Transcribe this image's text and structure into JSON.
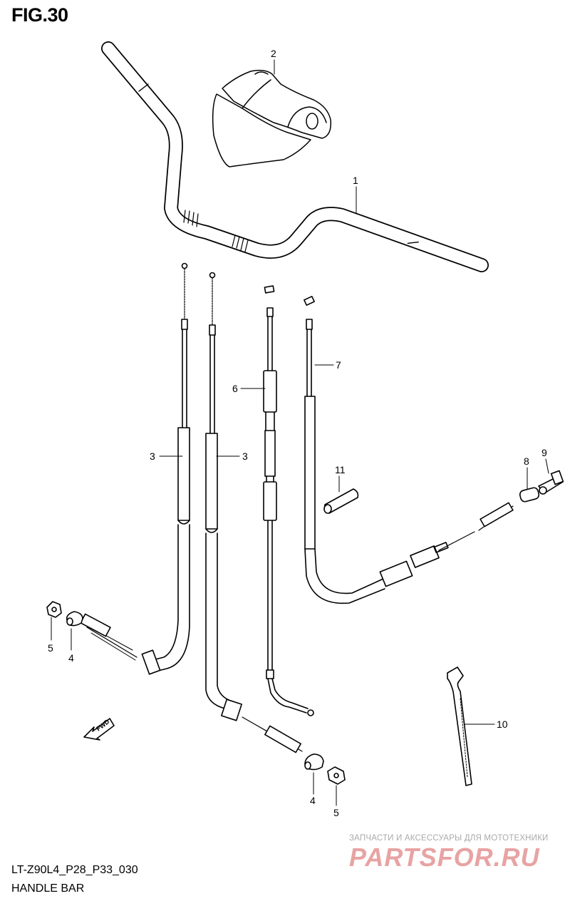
{
  "figure": {
    "title": "FIG.30"
  },
  "footer": {
    "code": "LT-Z90L4_P28_P33_030",
    "name": "HANDLE BAR"
  },
  "watermark": {
    "tagline": "ЗАПЧАСТИ И АКСЕССУАРЫ ДЛЯ МОТОТЕХНИКИ",
    "logo": "PARTSFOR.RU"
  },
  "arrow_label": "FWD",
  "callouts": {
    "handlebar": "1",
    "cover": "2",
    "cable_left": "3",
    "cable_right": "3",
    "nut_left": "5",
    "adjuster_left": "4",
    "cable_6": "6",
    "cable_7": "7",
    "part_8": "8",
    "part_9": "9",
    "part_10": "10",
    "part_11": "11",
    "adjuster_right": "4",
    "nut_right": "5"
  }
}
